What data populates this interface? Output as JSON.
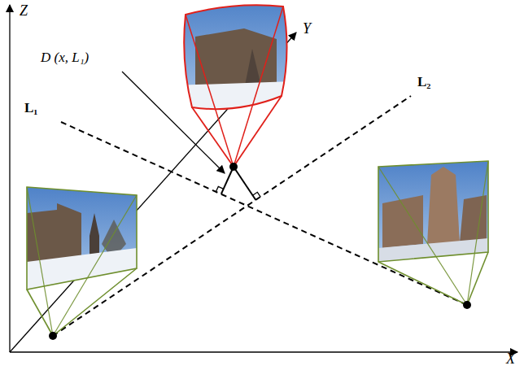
{
  "diagram": {
    "labels": [
      "Z",
      "Y",
      "X",
      "L₁",
      "L₂",
      "D (x, L₁)"
    ]
  }
}
